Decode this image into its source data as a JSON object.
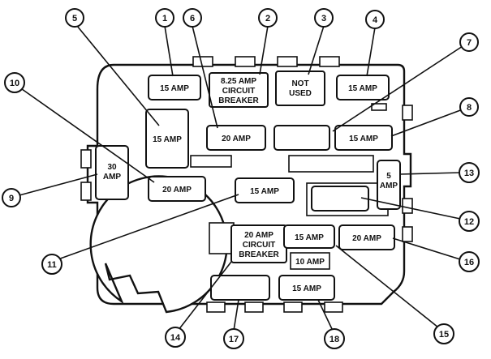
{
  "fuse_labels": {
    "f1": "15 AMP",
    "cb_825_l1": "8.25 AMP",
    "cb_825_l2": "CIRCUIT",
    "cb_825_l3": "BREAKER",
    "not_used_l1": "NOT",
    "not_used_l2": "USED",
    "f4": "15 AMP",
    "f5": "15 AMP",
    "f6": "20 AMP",
    "f8": "15 AMP",
    "f9_l1": "30",
    "f9_l2": "AMP",
    "f10": "20 AMP",
    "f11": "15 AMP",
    "f13_l1": "5",
    "f13_l2": "AMP",
    "cb_20_l1": "20 AMP",
    "cb_20_l2": "CIRCUIT",
    "cb_20_l3": "BREAKER",
    "f15": "15 AMP",
    "f10amp": "10 AMP",
    "f16": "20 AMP",
    "f18": "15 AMP"
  },
  "callouts": {
    "c1": "1",
    "c2": "2",
    "c3": "3",
    "c4": "4",
    "c5": "5",
    "c6": "6",
    "c7": "7",
    "c8": "8",
    "c9": "9",
    "c10": "10",
    "c11": "11",
    "c12": "12",
    "c13": "13",
    "c14": "14",
    "c15": "15",
    "c16": "16",
    "c17": "17",
    "c18": "18"
  }
}
